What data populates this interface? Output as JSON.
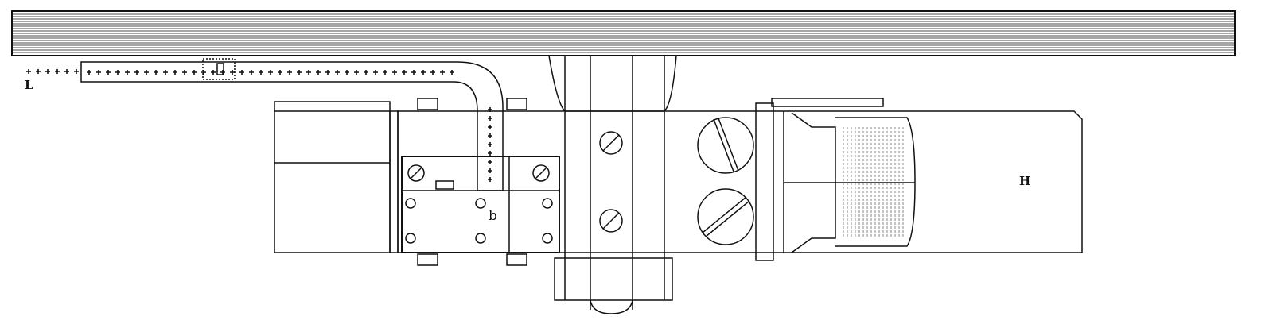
{
  "figure": {
    "labels": {
      "left": "L",
      "plate": "b",
      "right": "H"
    },
    "ink_color": "#111111",
    "paper_color": "#ffffff"
  }
}
